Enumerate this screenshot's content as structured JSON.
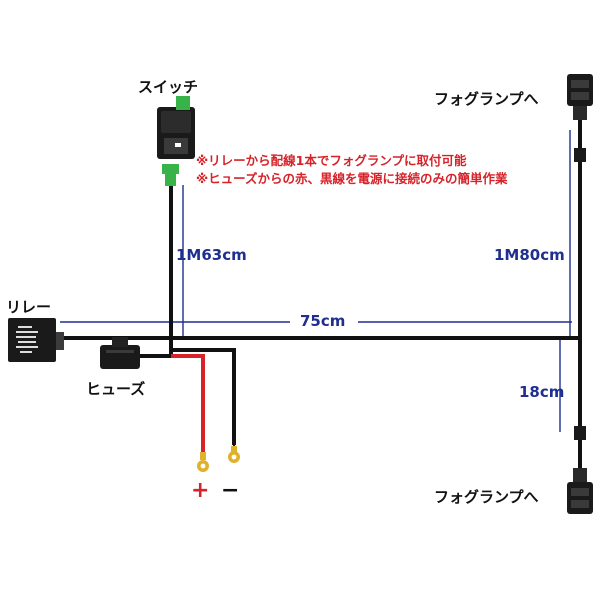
{
  "labels": {
    "switch": "スイッチ",
    "relay": "リレー",
    "fuse": "ヒューズ",
    "fog_top": "フォグランプへ",
    "fog_bottom": "フォグランプへ",
    "plus": "+",
    "minus": "−"
  },
  "notes": [
    "※リレーから配線1本でフォグランプに取付可能",
    "※ヒューズからの赤、黒線を電源に接続のみの簡単作業"
  ],
  "dimensions": {
    "switch_wire": "1M63cm",
    "fog_top_wire": "1M80cm",
    "main_wire": "75cm",
    "fog_bottom_wire": "18cm"
  },
  "colors": {
    "wire_black": "#111111",
    "wire_red": "#d6232a",
    "dimension_line": "#1f2f8f",
    "switch_led": "#38b34a",
    "terminal_gold": "#e0b12a",
    "note_text": "#d6232a"
  }
}
